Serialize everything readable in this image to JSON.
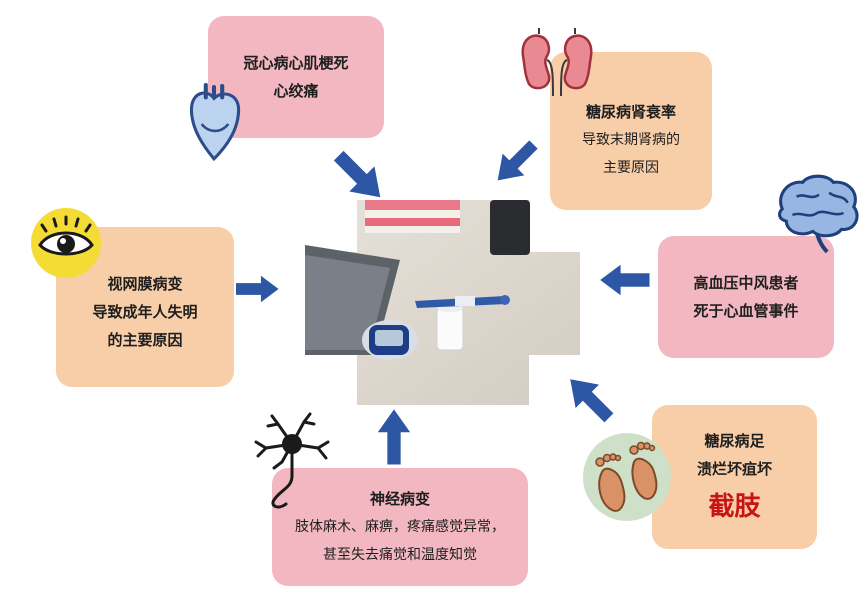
{
  "colors": {
    "pink": "#f2b7c0",
    "peach": "#f8cea8",
    "arrow": "#2d57a5",
    "highlight": "#c81414"
  },
  "center": {
    "image": "blood-glucose-meter-photo"
  },
  "cards": {
    "heart": {
      "line1": "冠心病心肌梗死",
      "line2": "心绞痛",
      "icon": "heart-icon"
    },
    "kidney": {
      "line1": "糖尿病肾衰率",
      "line2": "导致末期肾病的",
      "line3": "主要原因",
      "icon": "kidney-icon"
    },
    "eye": {
      "line1": "视网膜病变",
      "line2": "导致成年人失明",
      "line3": "的主要原因",
      "icon": "eye-icon"
    },
    "brain": {
      "line1": "高血压中风患者",
      "line2": "死于心血管事件",
      "icon": "brain-icon"
    },
    "nerve": {
      "line1": "神经病变",
      "line2": "肢体麻木、麻痹，疼痛感觉异常，",
      "line3": "甚至失去痛觉和温度知觉",
      "icon": "neuron-icon"
    },
    "foot": {
      "line1": "糖尿病足",
      "line2": "溃烂坏疽坏",
      "line3": "截肢",
      "icon": "feet-icon"
    }
  }
}
